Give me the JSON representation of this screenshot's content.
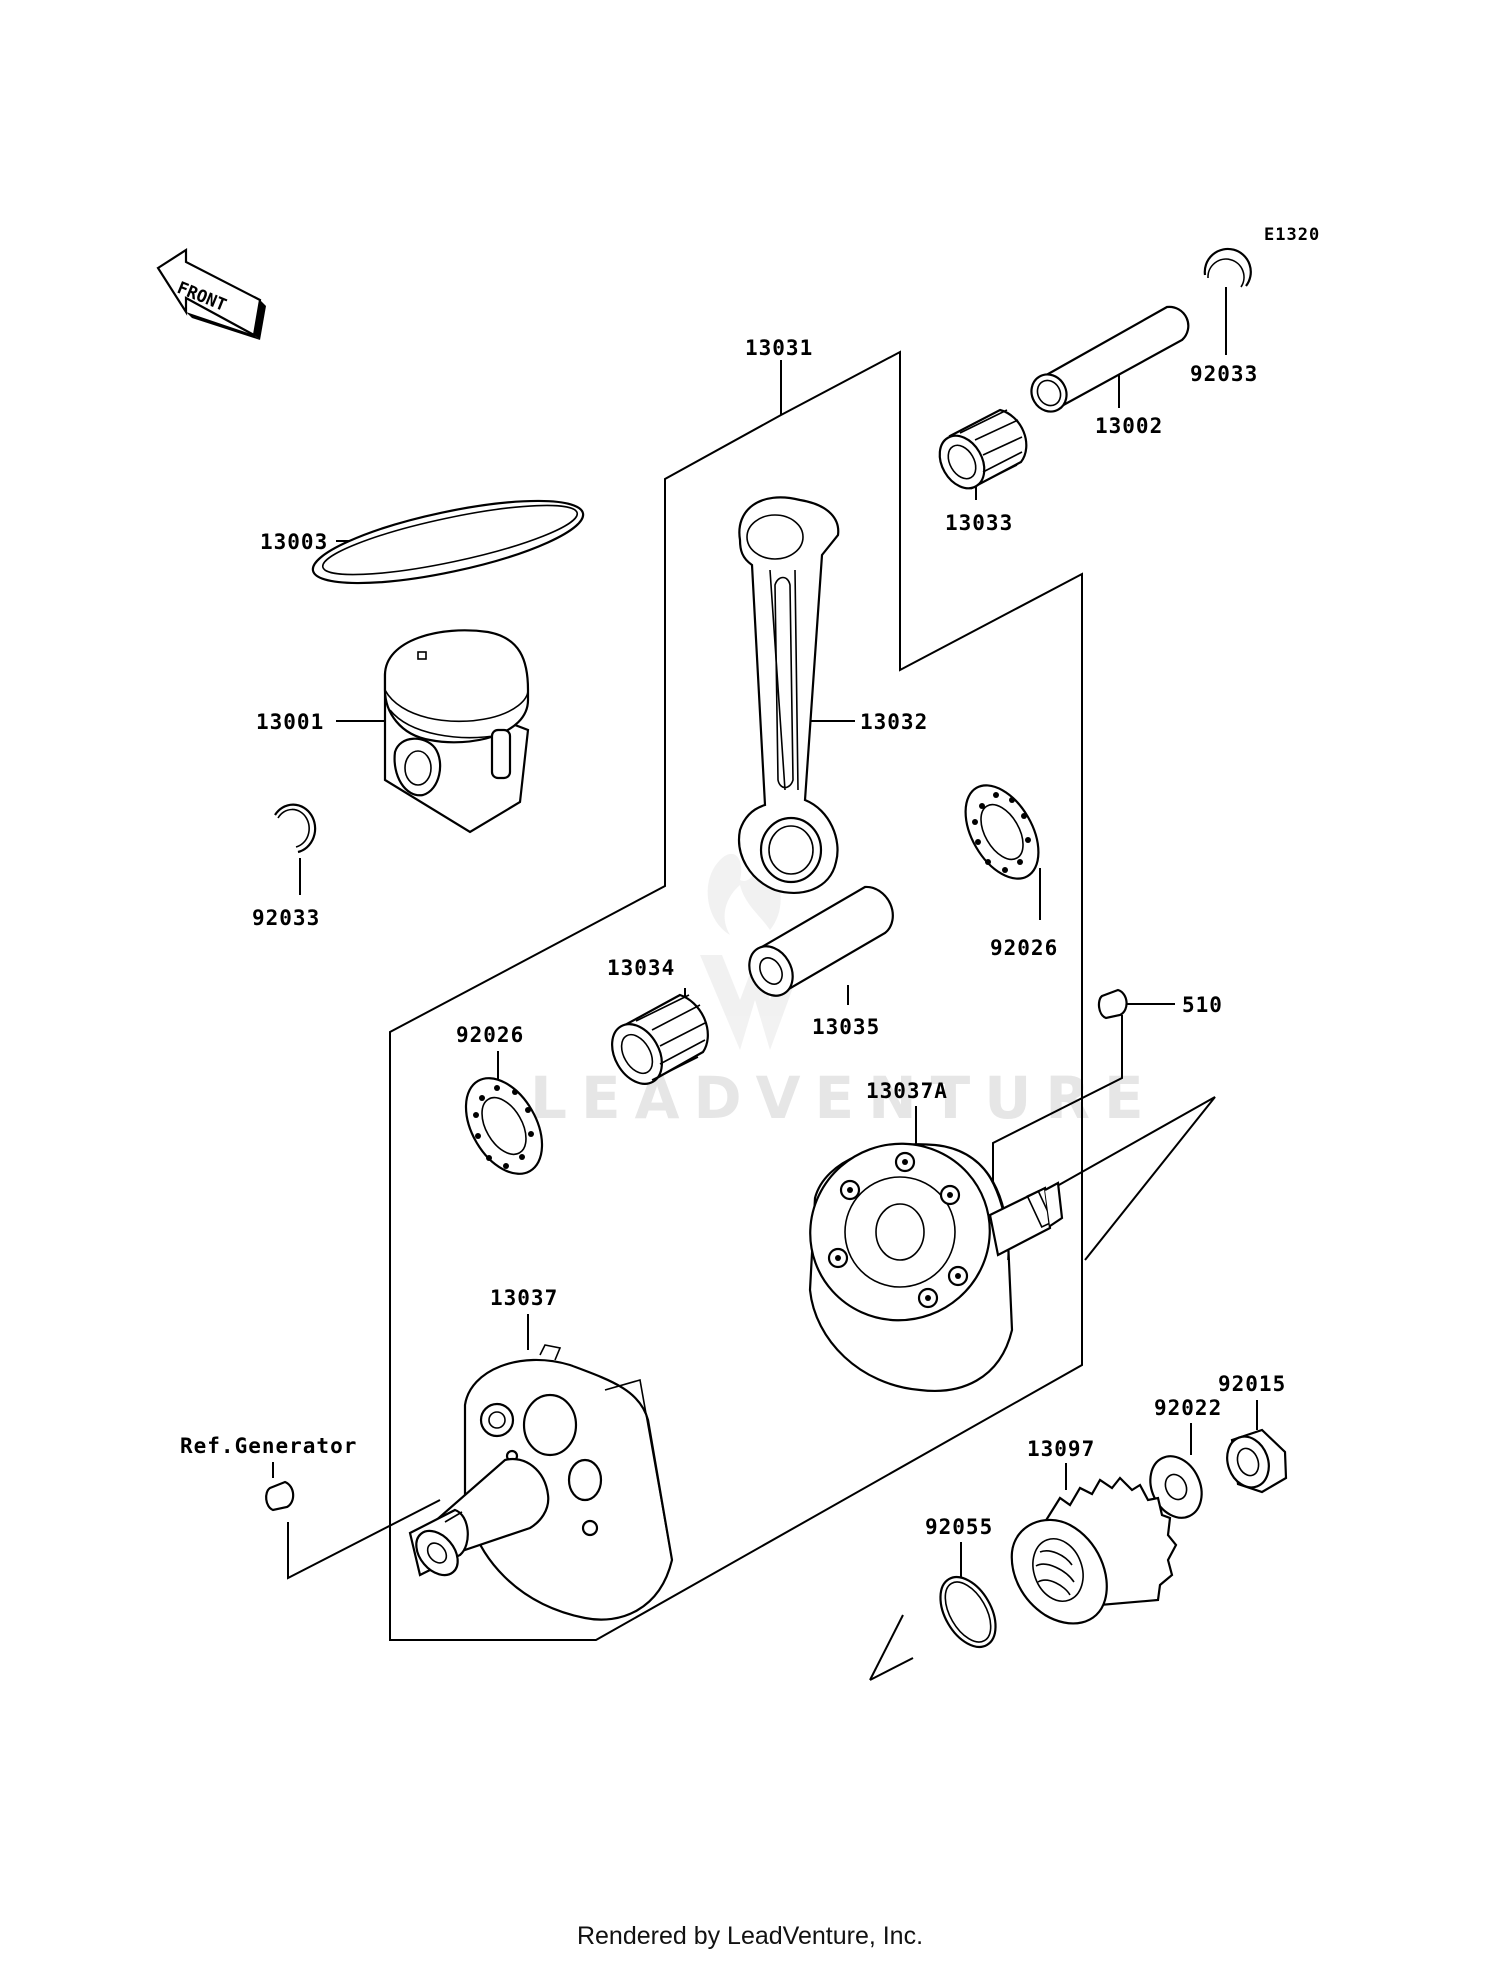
{
  "diagram": {
    "code": "E1320",
    "front_label": "FRONT",
    "watermark": "LEADVENTURE",
    "ref_label": "Ref.Generator",
    "labels": {
      "p13031": "13031",
      "p13002": "13002",
      "p92033_top": "92033",
      "p13033": "13033",
      "p13003": "13003",
      "p13001": "13001",
      "p13032": "13032",
      "p92033_left": "92033",
      "p92026_right": "92026",
      "p13034": "13034",
      "p13035": "13035",
      "p510": "510",
      "p92026_left": "92026",
      "p13037A": "13037A",
      "p13037": "13037",
      "p92015": "92015",
      "p92022": "92022",
      "p13097": "13097",
      "p92055": "92055"
    }
  },
  "footer": "Rendered by LeadVenture, Inc."
}
